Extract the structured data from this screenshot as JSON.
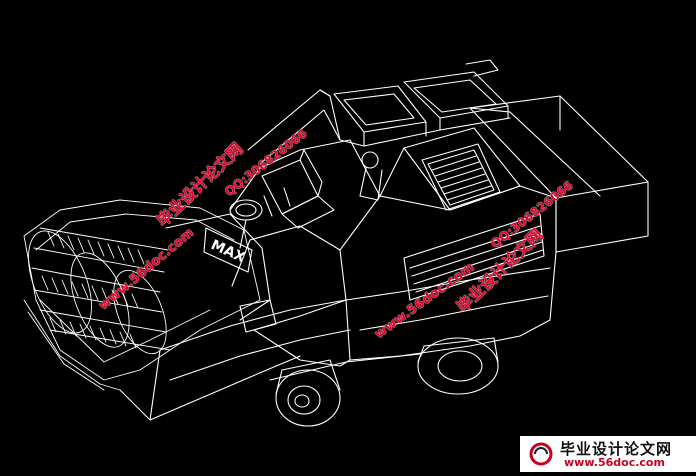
{
  "drawing": {
    "line_color": "#ffffff",
    "background_color": "#000000",
    "machine_badge_text": "MAX"
  },
  "watermarks": {
    "color": "#e8002a",
    "site_name_cn": "毕业设计论文网",
    "site_url": "www.56doc.com",
    "qq_text": "QQ:306826066"
  },
  "corner_logo": {
    "title_cn": "毕业设计论文网",
    "url": "www.56doc.com",
    "logo_icon": "circle-logo-icon"
  }
}
